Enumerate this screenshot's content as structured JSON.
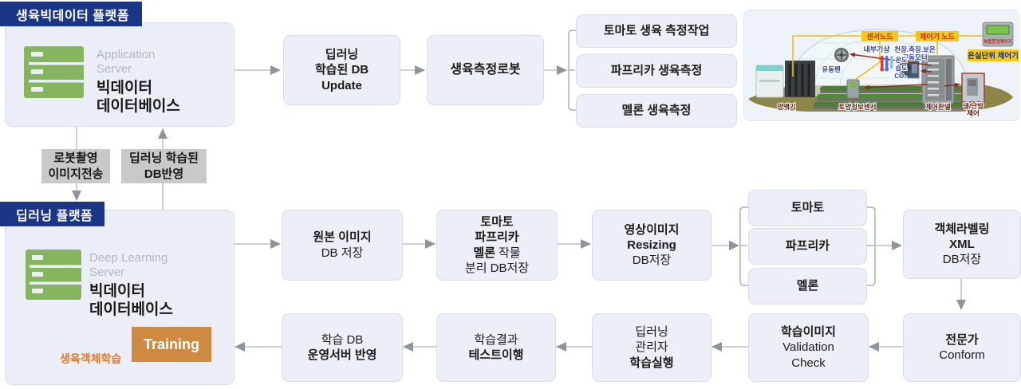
{
  "p1": {
    "badge": "생육빅데이터 플랫폼",
    "role1": "Application",
    "role2": "Server",
    "name1": "빅데이터",
    "name2": "데이터베이스"
  },
  "p2": {
    "badge": "딥러닝 플랫폼",
    "role1": "Deep Learning",
    "role2": "Server",
    "name1": "빅데이터",
    "name2": "데이터베이스",
    "training": "Training",
    "training_caption": "생육객체학습"
  },
  "transfer": {
    "down1": "로봇촬영",
    "down2": "이미지전송",
    "up1": "딥러닝 학습된",
    "up2": "DB반영"
  },
  "row1": {
    "update1": "딥러닝",
    "update2": "학습된 DB",
    "update3": "Update",
    "robot": "생육측정로봇",
    "tasks": [
      "토마토 생육 측정작업",
      "파프리카 생육측정",
      "멜론 생육측정"
    ]
  },
  "row2": {
    "original1": "원본 이미지",
    "original2": "DB 저장",
    "split1": "토마토",
    "split2": "파프리카",
    "split3_bold": "멜론",
    "split3_rest": "작물",
    "split4": "분리 DB저장",
    "resize1": "영상이미지",
    "resize2": "Resizing",
    "resize3": "DB저장",
    "crops": [
      "토마토",
      "파프리카",
      "멜론"
    ],
    "label1": "객체라벨링",
    "label2": "XML",
    "label3": "DB저장"
  },
  "row3": {
    "expert1": "전문가",
    "expert2": "Conform",
    "valid1": "학습이미지",
    "valid2": "Validation",
    "valid3": "Check",
    "train1": "딥러닝",
    "train2": "관리자",
    "train3": "학습실행",
    "test1": "학습결과",
    "test2": "테스트이행",
    "deploy1": "학습 DB",
    "deploy2": "운영서버 반영"
  },
  "greenhouse": {
    "sensor_node": "센서노드",
    "controller_node": "제어기 노드",
    "unit_controller": "온실단위 제어기",
    "device": "복합환경제어기",
    "indoor": "내부기상",
    "motor1": "천장.측장.보온",
    "motor2": "구동모터",
    "temp": "온도",
    "hum": "습도",
    "co2": "CO₂",
    "fan": "유동팬",
    "nutrient": "양액기",
    "soil": "토양정보센서",
    "panel": "제어판넬",
    "hvac1": "냉/난방",
    "hvac2": "제어"
  },
  "colors": {
    "accent_blue": "#1c3687",
    "server_green": "#85b55e",
    "training_orange": "#cf8a42",
    "caption_orange": "#e0782a",
    "box_fill": "#eceef8",
    "gray_box": "#c9c9c9"
  }
}
